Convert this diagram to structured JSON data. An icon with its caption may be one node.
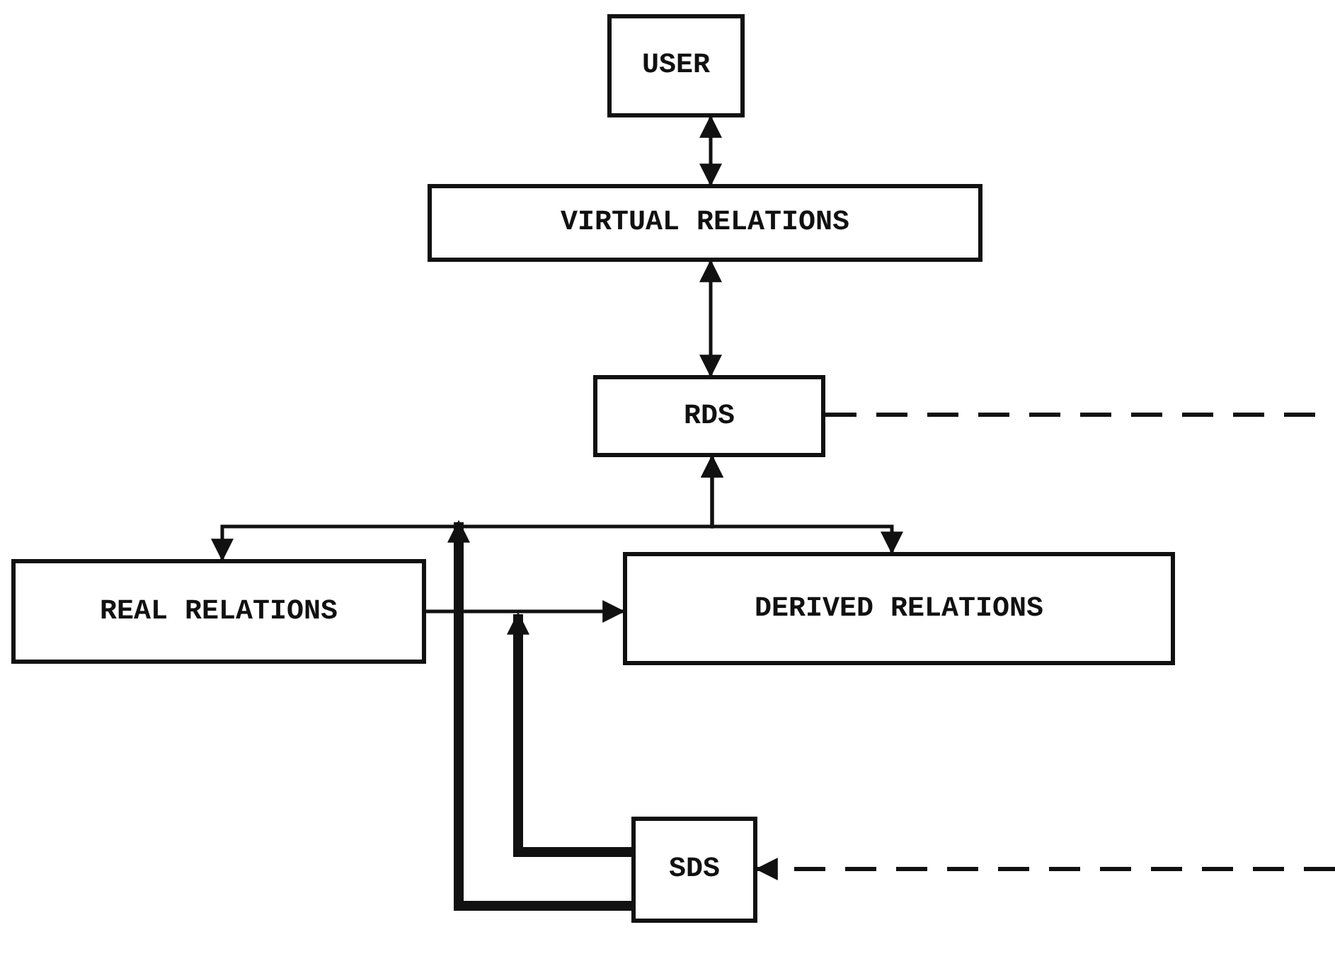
{
  "diagram": {
    "nodes": [
      {
        "text": [
          "USER"
        ]
      },
      {
        "text": [
          "VIRTUAL RELATIONS"
        ]
      },
      {
        "text": [
          "RDS"
        ]
      },
      {
        "text": [
          "REAL RELATIONS"
        ]
      },
      {
        "text": [
          "DERIVED RELATIONS"
        ]
      },
      {
        "text": [
          "SDS"
        ]
      }
    ],
    "edges": [
      {
        "from": 0,
        "to": 1,
        "arrow": "both"
      },
      {
        "from": 1,
        "to": 2,
        "arrow": "both"
      },
      {
        "from": 2,
        "to": 3,
        "arrow": "both"
      },
      {
        "from": 2,
        "to": 4,
        "arrow": "both"
      },
      {
        "from": 3,
        "to": 4,
        "arrow": "to"
      },
      {
        "from": 5,
        "to": null,
        "arrow": "to",
        "style": "thick"
      },
      {
        "from": 5,
        "to": 3,
        "arrow": "to",
        "style": "thick"
      },
      {
        "from": 2,
        "to": null,
        "arrow": "none",
        "style": "dashed"
      },
      {
        "from": null,
        "to": 5,
        "arrow": "to",
        "style": "dashed"
      }
    ]
  }
}
